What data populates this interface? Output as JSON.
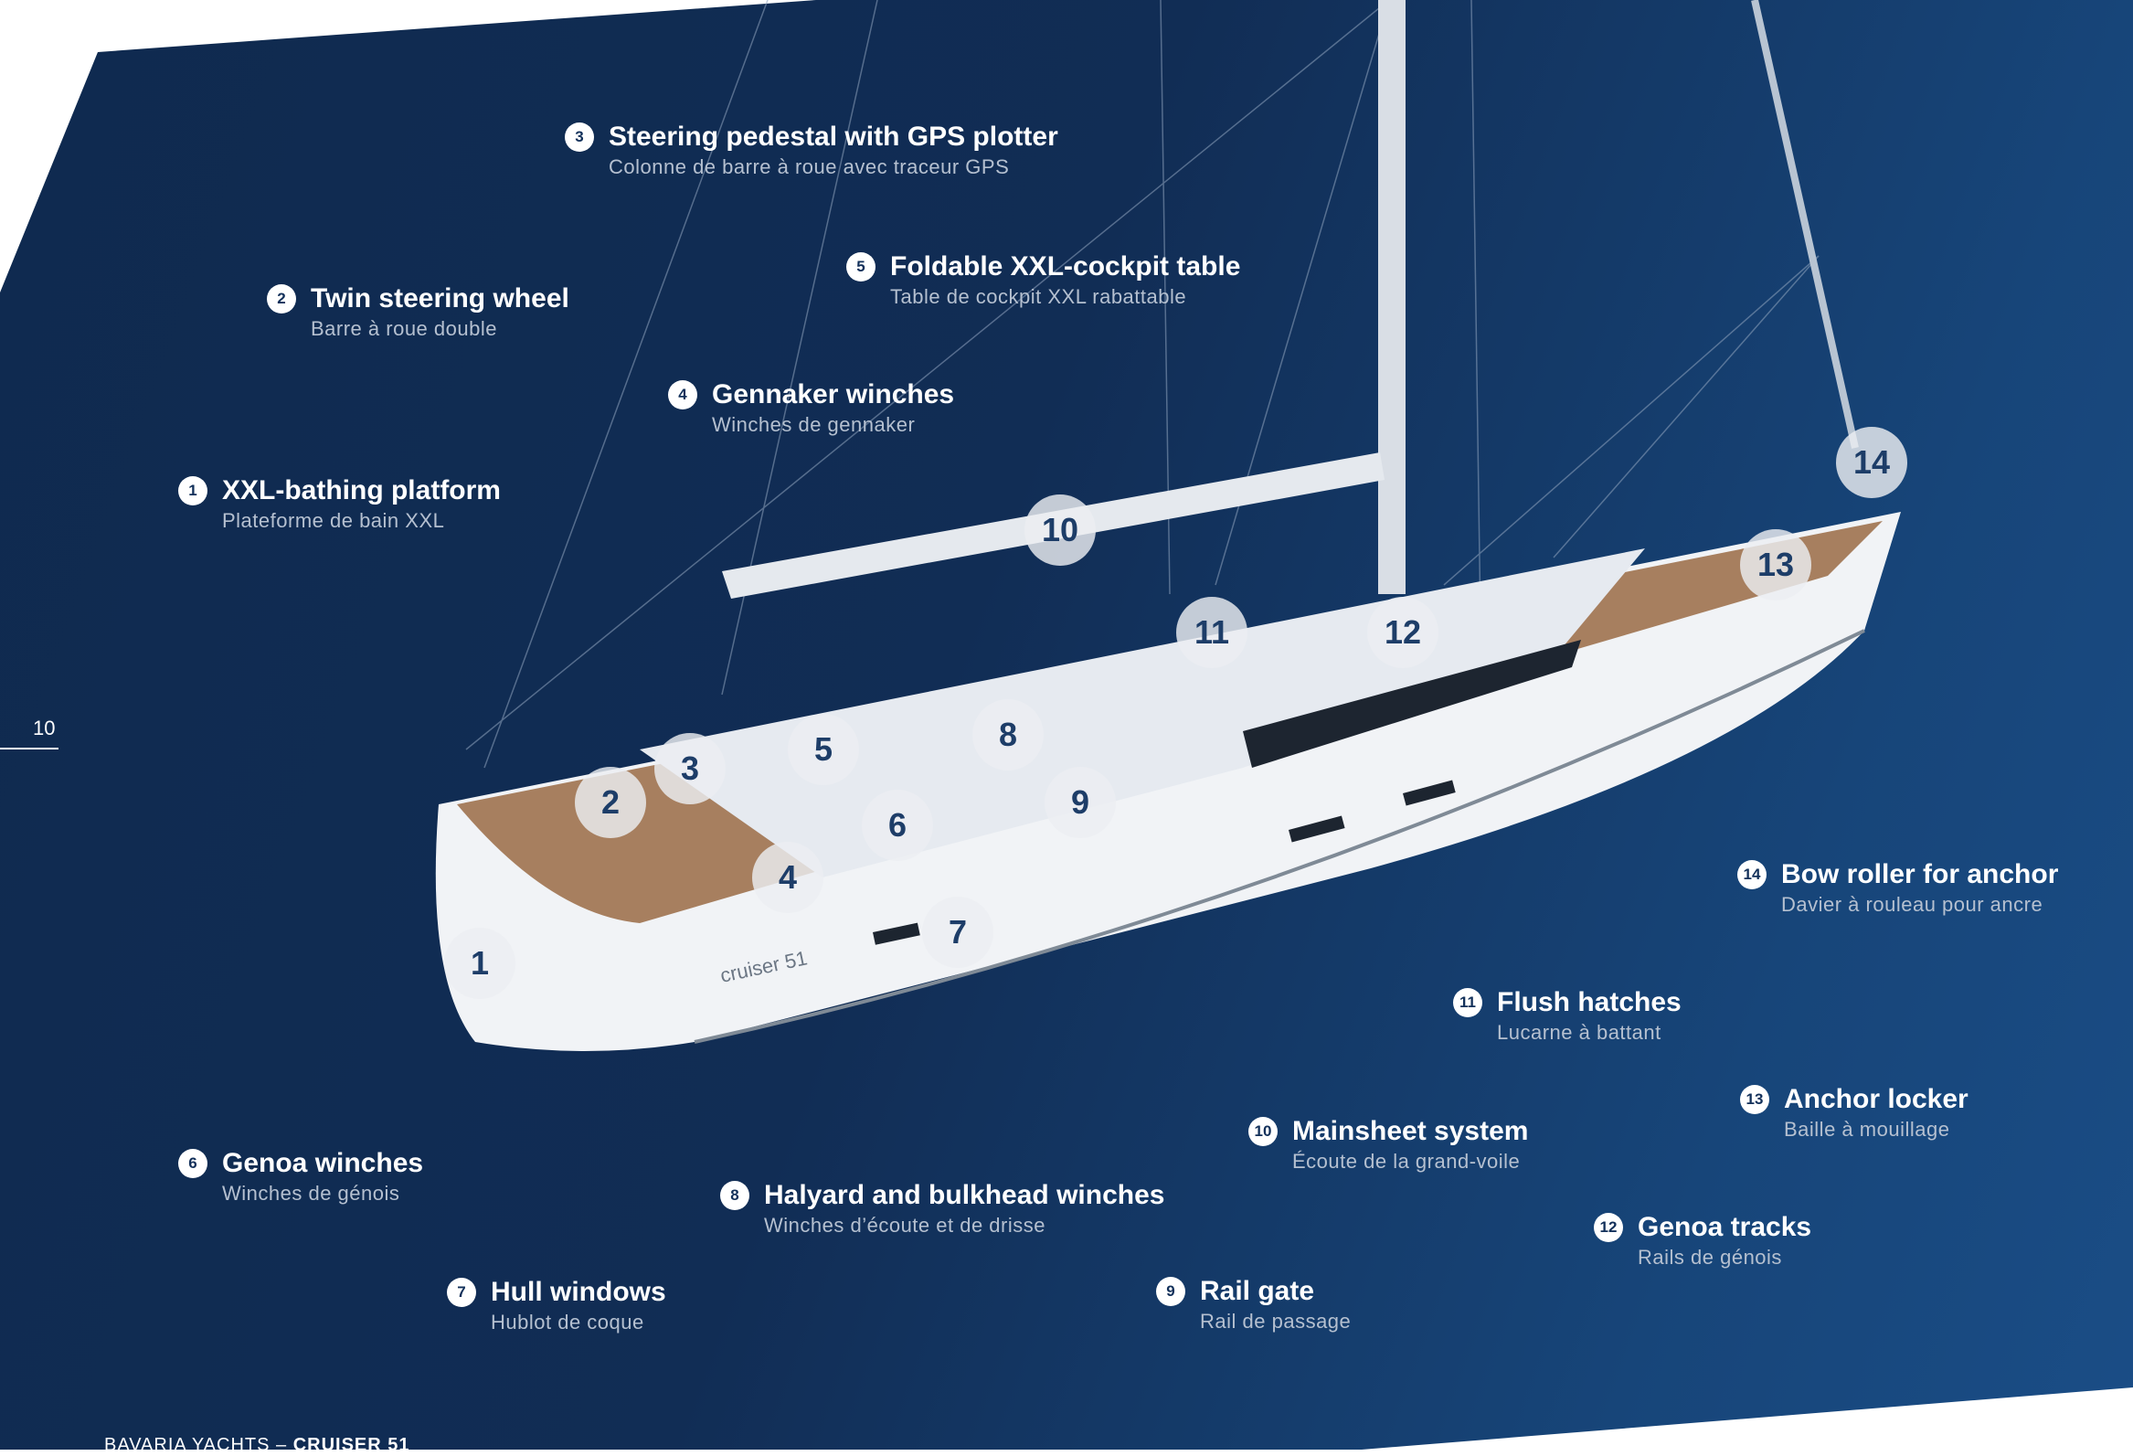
{
  "page_number": "10",
  "footer": {
    "brand": "BAVARIA YACHTS – ",
    "model": "CRUISER 51"
  },
  "hull_text": "cruiser 51",
  "features": [
    {
      "n": "1",
      "title": "XXL-bathing platform",
      "subtitle": "Plateforme de bain XXL"
    },
    {
      "n": "2",
      "title": "Twin steering wheel",
      "subtitle": "Barre à roue double"
    },
    {
      "n": "3",
      "title": "Steering pedestal with GPS plotter",
      "subtitle": "Colonne de barre à roue avec traceur GPS"
    },
    {
      "n": "4",
      "title": "Gennaker winches",
      "subtitle": "Winches de gennaker"
    },
    {
      "n": "5",
      "title": "Foldable XXL-cockpit table",
      "subtitle": "Table de cockpit XXL rabattable"
    },
    {
      "n": "6",
      "title": "Genoa winches",
      "subtitle": "Winches de génois"
    },
    {
      "n": "7",
      "title": "Hull windows",
      "subtitle": "Hublot de coque"
    },
    {
      "n": "8",
      "title": "Halyard and bulkhead winches",
      "subtitle": "Winches d’écoute et de drisse"
    },
    {
      "n": "9",
      "title": "Rail gate",
      "subtitle": "Rail de passage"
    },
    {
      "n": "10",
      "title": "Mainsheet system",
      "subtitle": "Écoute de la grand-voile"
    },
    {
      "n": "11",
      "title": "Flush hatches",
      "subtitle": "Lucarne à battant"
    },
    {
      "n": "12",
      "title": "Genoa tracks",
      "subtitle": "Rails de génois"
    },
    {
      "n": "13",
      "title": "Anchor locker",
      "subtitle": "Baille à mouillage"
    },
    {
      "n": "14",
      "title": "Bow roller for anchor",
      "subtitle": "Davier à rouleau pour ancre"
    }
  ]
}
